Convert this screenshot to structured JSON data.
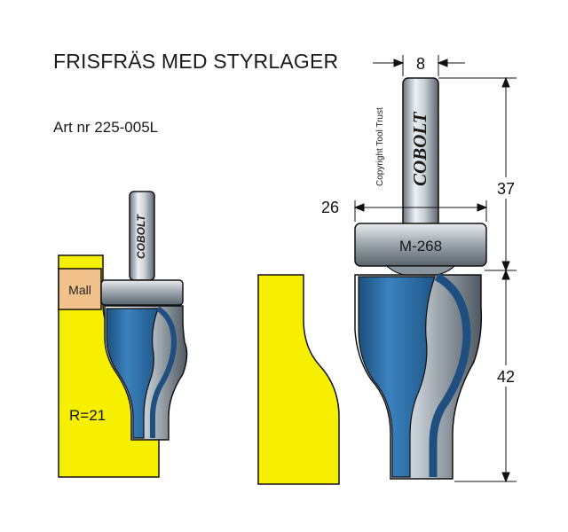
{
  "header": {
    "title": "FRISFRÄS MED STYRLAGER",
    "article_number": "Art nr 225-005L"
  },
  "left_view": {
    "template_label": "Mall",
    "radius_label": "R=21",
    "shank_brand": "COBOLT"
  },
  "right_view": {
    "shank_brand": "COBOLT",
    "copyright": "Copyright Tool Trust",
    "bearing_model": "M-268",
    "dimensions": {
      "shank_diameter": "8",
      "bearing_diameter": "26",
      "shank_length": "37",
      "cutting_length": "42"
    }
  },
  "colors": {
    "blue": "#2d6fa8",
    "yellow": "#f7ef00",
    "template": "#f3c28c"
  }
}
